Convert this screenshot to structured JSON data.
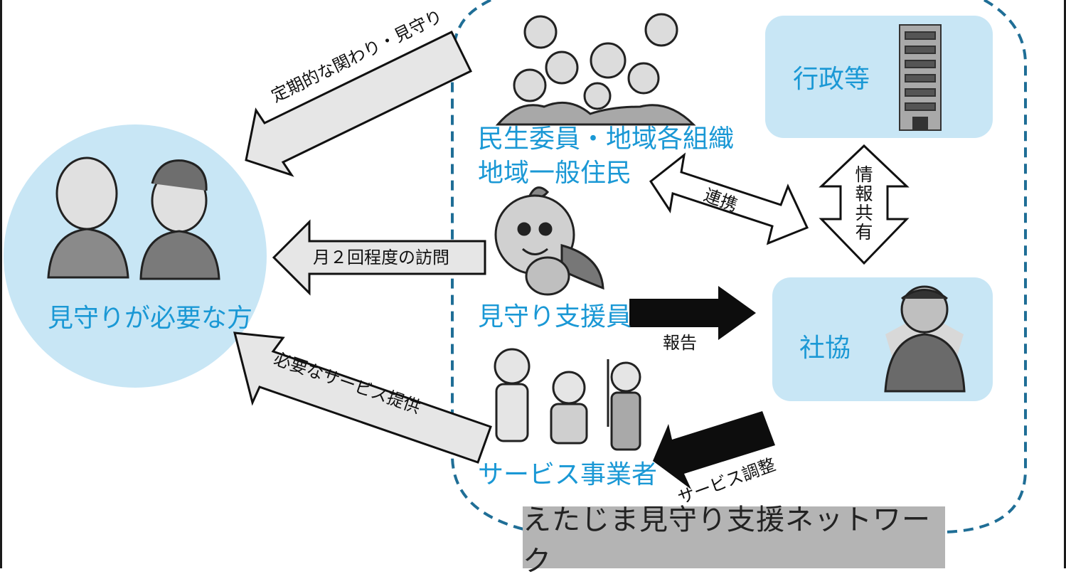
{
  "nodes": {
    "person_in_need": "見守りが必要な方",
    "welfare_commissioners": "民生委員・地域各組織",
    "residents": "地域一般住民",
    "supporter": "見守り支援員",
    "service_providers": "サービス事業者",
    "government": "行政等",
    "council": "社協"
  },
  "arrows": {
    "regular_watch": "定期的な関わり・見守り",
    "monthly_visit": "月２回程度の訪問",
    "service_provision": "必要なサービス提供",
    "cooperation": "連携",
    "report": "報告",
    "service_coordination": "サービス調整",
    "info_sharing": [
      "情",
      "報",
      "共",
      "有"
    ]
  },
  "network_name": "えたじま見守り支援ネットワーク",
  "colors": {
    "bubble": "#c8e6f5",
    "label_blue": "#1a98d5",
    "dash_border": "#1f6e96",
    "gray_arrow": "#e6e6e6",
    "footer": "#b4b4b4"
  },
  "icons": [
    "elderly-couple-illustration",
    "community-people-illustration",
    "mascot-supporter-illustration",
    "service-workers-illustration",
    "office-building-icon",
    "staff-person-icon"
  ]
}
